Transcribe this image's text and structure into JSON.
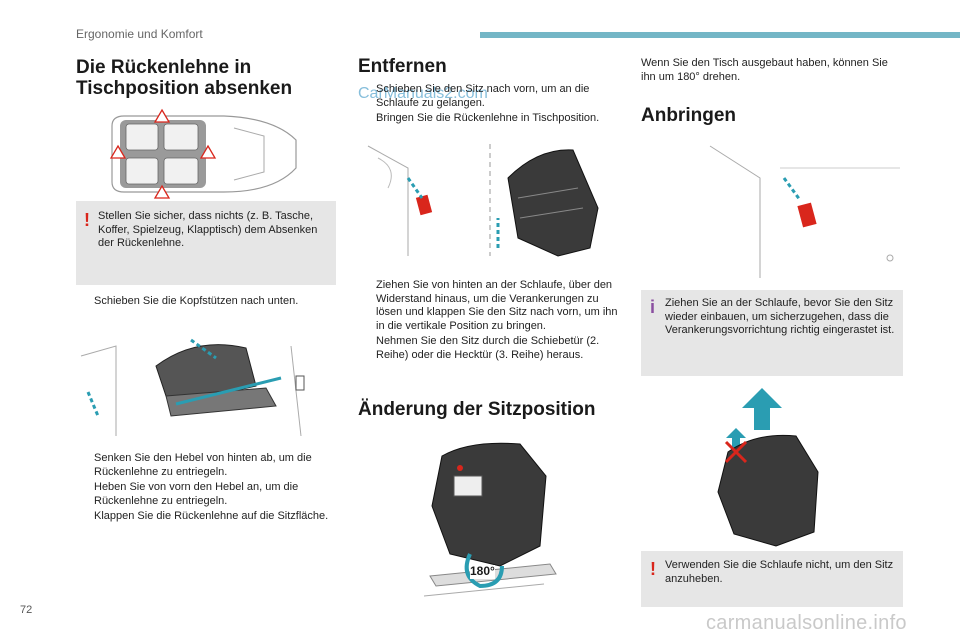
{
  "header": {
    "section": "Ergonomie und Komfort"
  },
  "page_number": "72",
  "watermarks": {
    "top": "CarManuals2.com",
    "footer": "carmanualsonline.info"
  },
  "left": {
    "title": "Die Rückenlehne in Tischposition absenken",
    "warning": "Stellen Sie sicher, dass nichts (z. B. Tasche, Koffer, Spielzeug, Klapptisch) dem Absenken der Rückenlehne.",
    "step1": "Schieben Sie die Kopfstützen nach unten.",
    "steps2": [
      "Senken Sie den Hebel von hinten ab, um die Rückenlehne zu entriegeln.",
      "Heben Sie von vorn den Hebel an, um die Rückenlehne zu entriegeln.",
      "Klappen Sie die Rückenlehne auf die Sitzfläche."
    ]
  },
  "middle": {
    "title": "Entfernen",
    "steps1": [
      "Schieben Sie den Sitz nach vorn, um an die Schlaufe zu gelangen.",
      "Bringen Sie die Rückenlehne in Tischposition."
    ],
    "steps2": [
      "Ziehen Sie von hinten an der Schlaufe, über den Widerstand hinaus, um die Verankerungen zu lösen und klappen Sie den Sitz nach vorn, um ihn in die vertikale Position zu bringen.",
      "Nehmen Sie den Sitz durch die Schiebetür (2. Reihe) oder die Hecktür (3. Reihe) heraus."
    ],
    "title2": "Änderung der Sitzposition",
    "rotation_label": "180°"
  },
  "right": {
    "intro": "Wenn Sie den Tisch ausgebaut haben, können Sie ihn um 180° drehen.",
    "title": "Anbringen",
    "info": "Ziehen Sie an der Schlaufe, bevor Sie den Sitz wieder einbauen, um sicherzugehen, dass die Verankerungsvorrichtung richtig eingerastet ist.",
    "warning": "Verwenden Sie die Schlaufe nicht, um den Sitz anzuheben."
  },
  "bullet_glyph": "",
  "warning_glyph": "!",
  "info_glyph": "i",
  "colors": {
    "accent": "#74b6c6",
    "warning": "#d9261c",
    "info": "#8a4fa0",
    "arrow": "#2a9db2",
    "box": "#e6e6e6"
  }
}
